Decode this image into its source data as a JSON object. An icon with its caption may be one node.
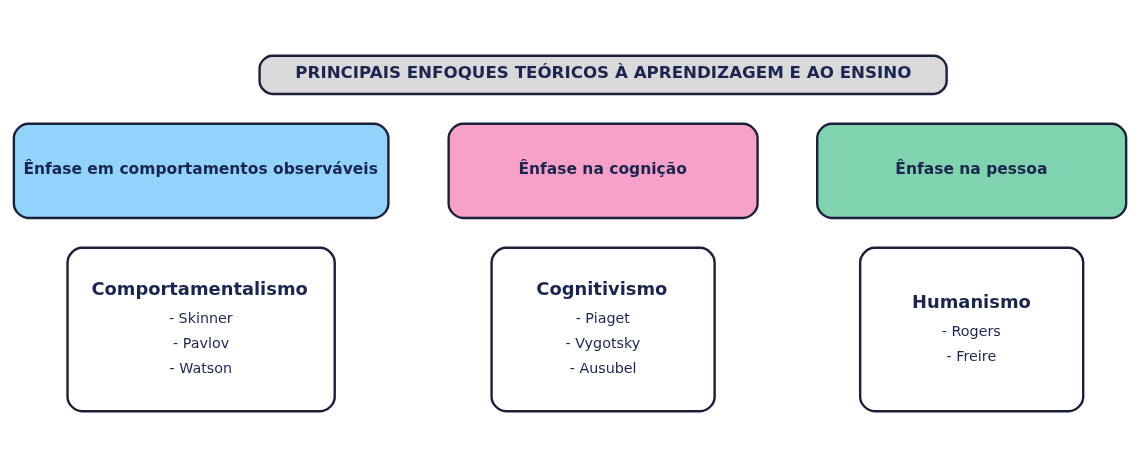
{
  "diagram": {
    "nodes": [
      {
        "text": [
          "PRINCIPAIS ENFOQUES TEÓRICOS À APRENDIZAGEM E AO ENSINO"
        ]
      },
      {
        "text": [
          "Ênfase em comportamentos observáveis"
        ]
      },
      {
        "text": [
          "Ênfase na cognição"
        ]
      },
      {
        "text": [
          "Ênfase na pessoa"
        ]
      },
      {
        "text": [
          "Comportamentalismo",
          "- Skinner",
          "- Pavlov",
          "- Watson"
        ]
      },
      {
        "text": [
          "Cognitivismo",
          "- Piaget",
          "- Vygotsky",
          "- Ausubel"
        ]
      },
      {
        "text": [
          "Humanismo",
          "- Rogers",
          "- Freire"
        ]
      }
    ],
    "edges": []
  }
}
